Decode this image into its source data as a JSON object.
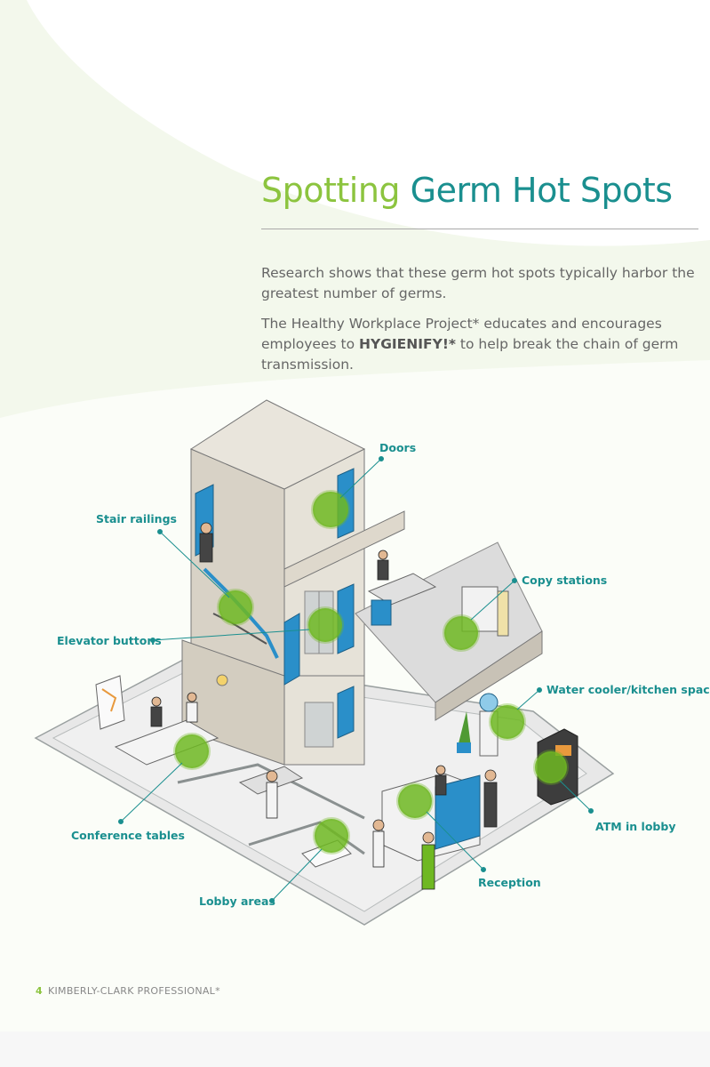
{
  "title": {
    "part1": "Spotting",
    "part2": "Germ Hot Spots"
  },
  "intro": {
    "p1": "Research shows that these germ hot spots typically harbor the greatest number of germs.",
    "p2_before": " The Healthy Workplace Project* educates and encourages employees to ",
    "p2_bold": "HYGIENIFY!*",
    "p2_after": " to help break the chain of germ transmission."
  },
  "labels": {
    "doors": "Doors",
    "stair_railings": "Stair railings",
    "copy_stations": "Copy stations",
    "elevator_buttons": "Elevator buttons",
    "water_cooler": "Water cooler/kitchen space",
    "conference_tables": "Conference tables",
    "atm": "ATM in lobby",
    "reception": "Reception",
    "lobby_areas": "Lobby areas"
  },
  "footer": {
    "page": "4",
    "brand": "KIMBERLY-CLARK PROFESSIONAL*"
  },
  "colors": {
    "green": "#8cc43f",
    "teal": "#1a8f8f",
    "blue": "#2a8fc9",
    "hotspot": "#6fb822"
  }
}
